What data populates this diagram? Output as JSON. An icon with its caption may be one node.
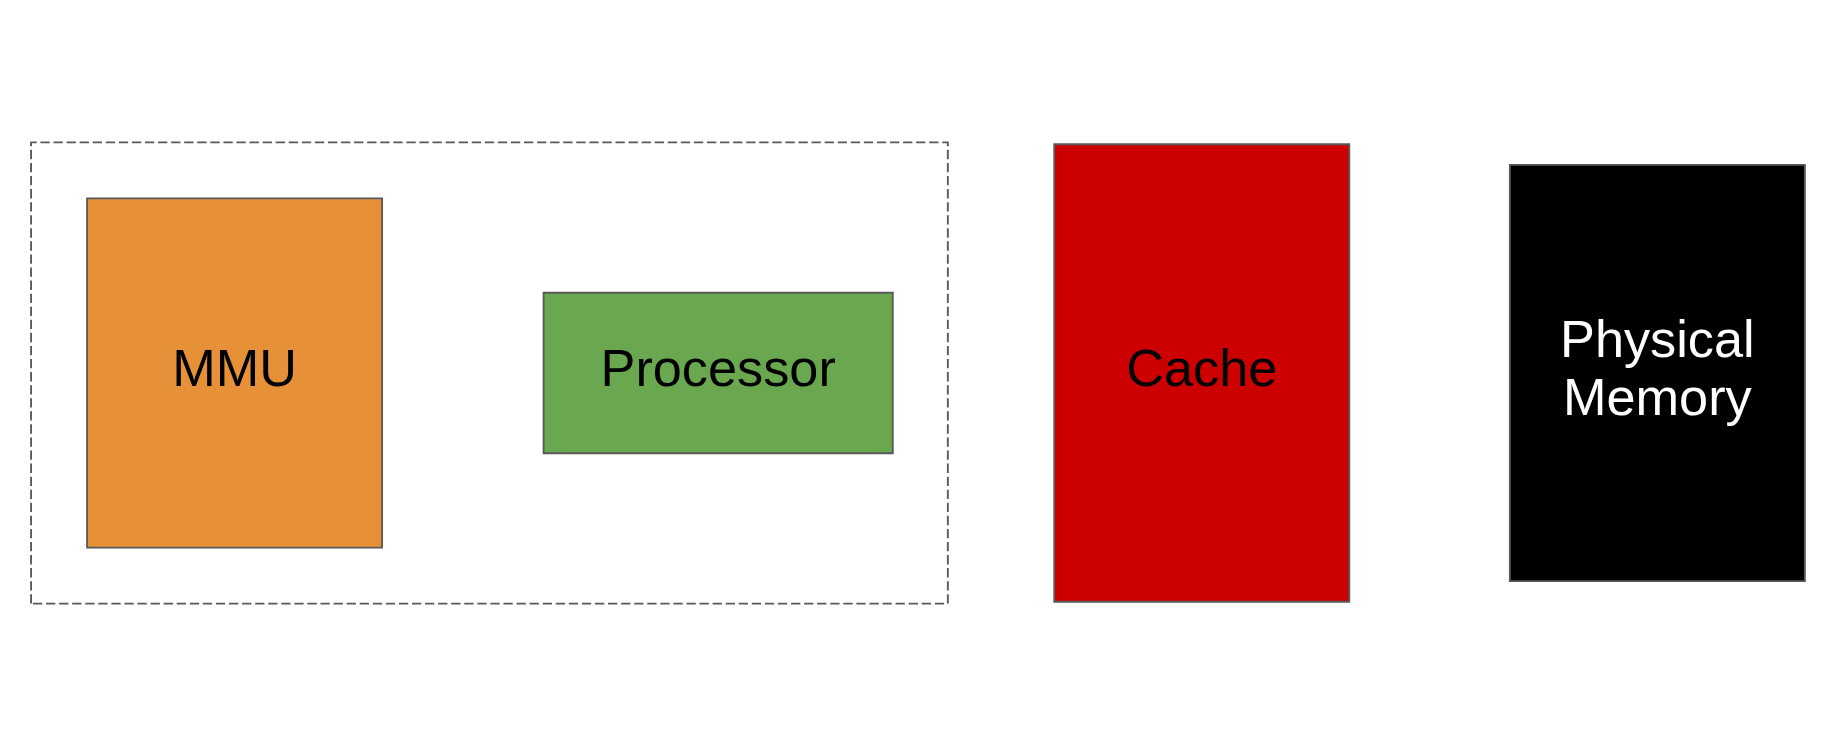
{
  "diagram": {
    "nodes": [
      {
        "text": [],
        "shape": "box"
      },
      {
        "text": [
          "Processor"
        ],
        "in": 0
      },
      {
        "text": [
          "MMU"
        ],
        "in": 0
      },
      {
        "text": [
          "Cache"
        ]
      },
      {
        "text": [
          "Physical Memory"
        ]
      }
    ],
    "edges": []
  }
}
